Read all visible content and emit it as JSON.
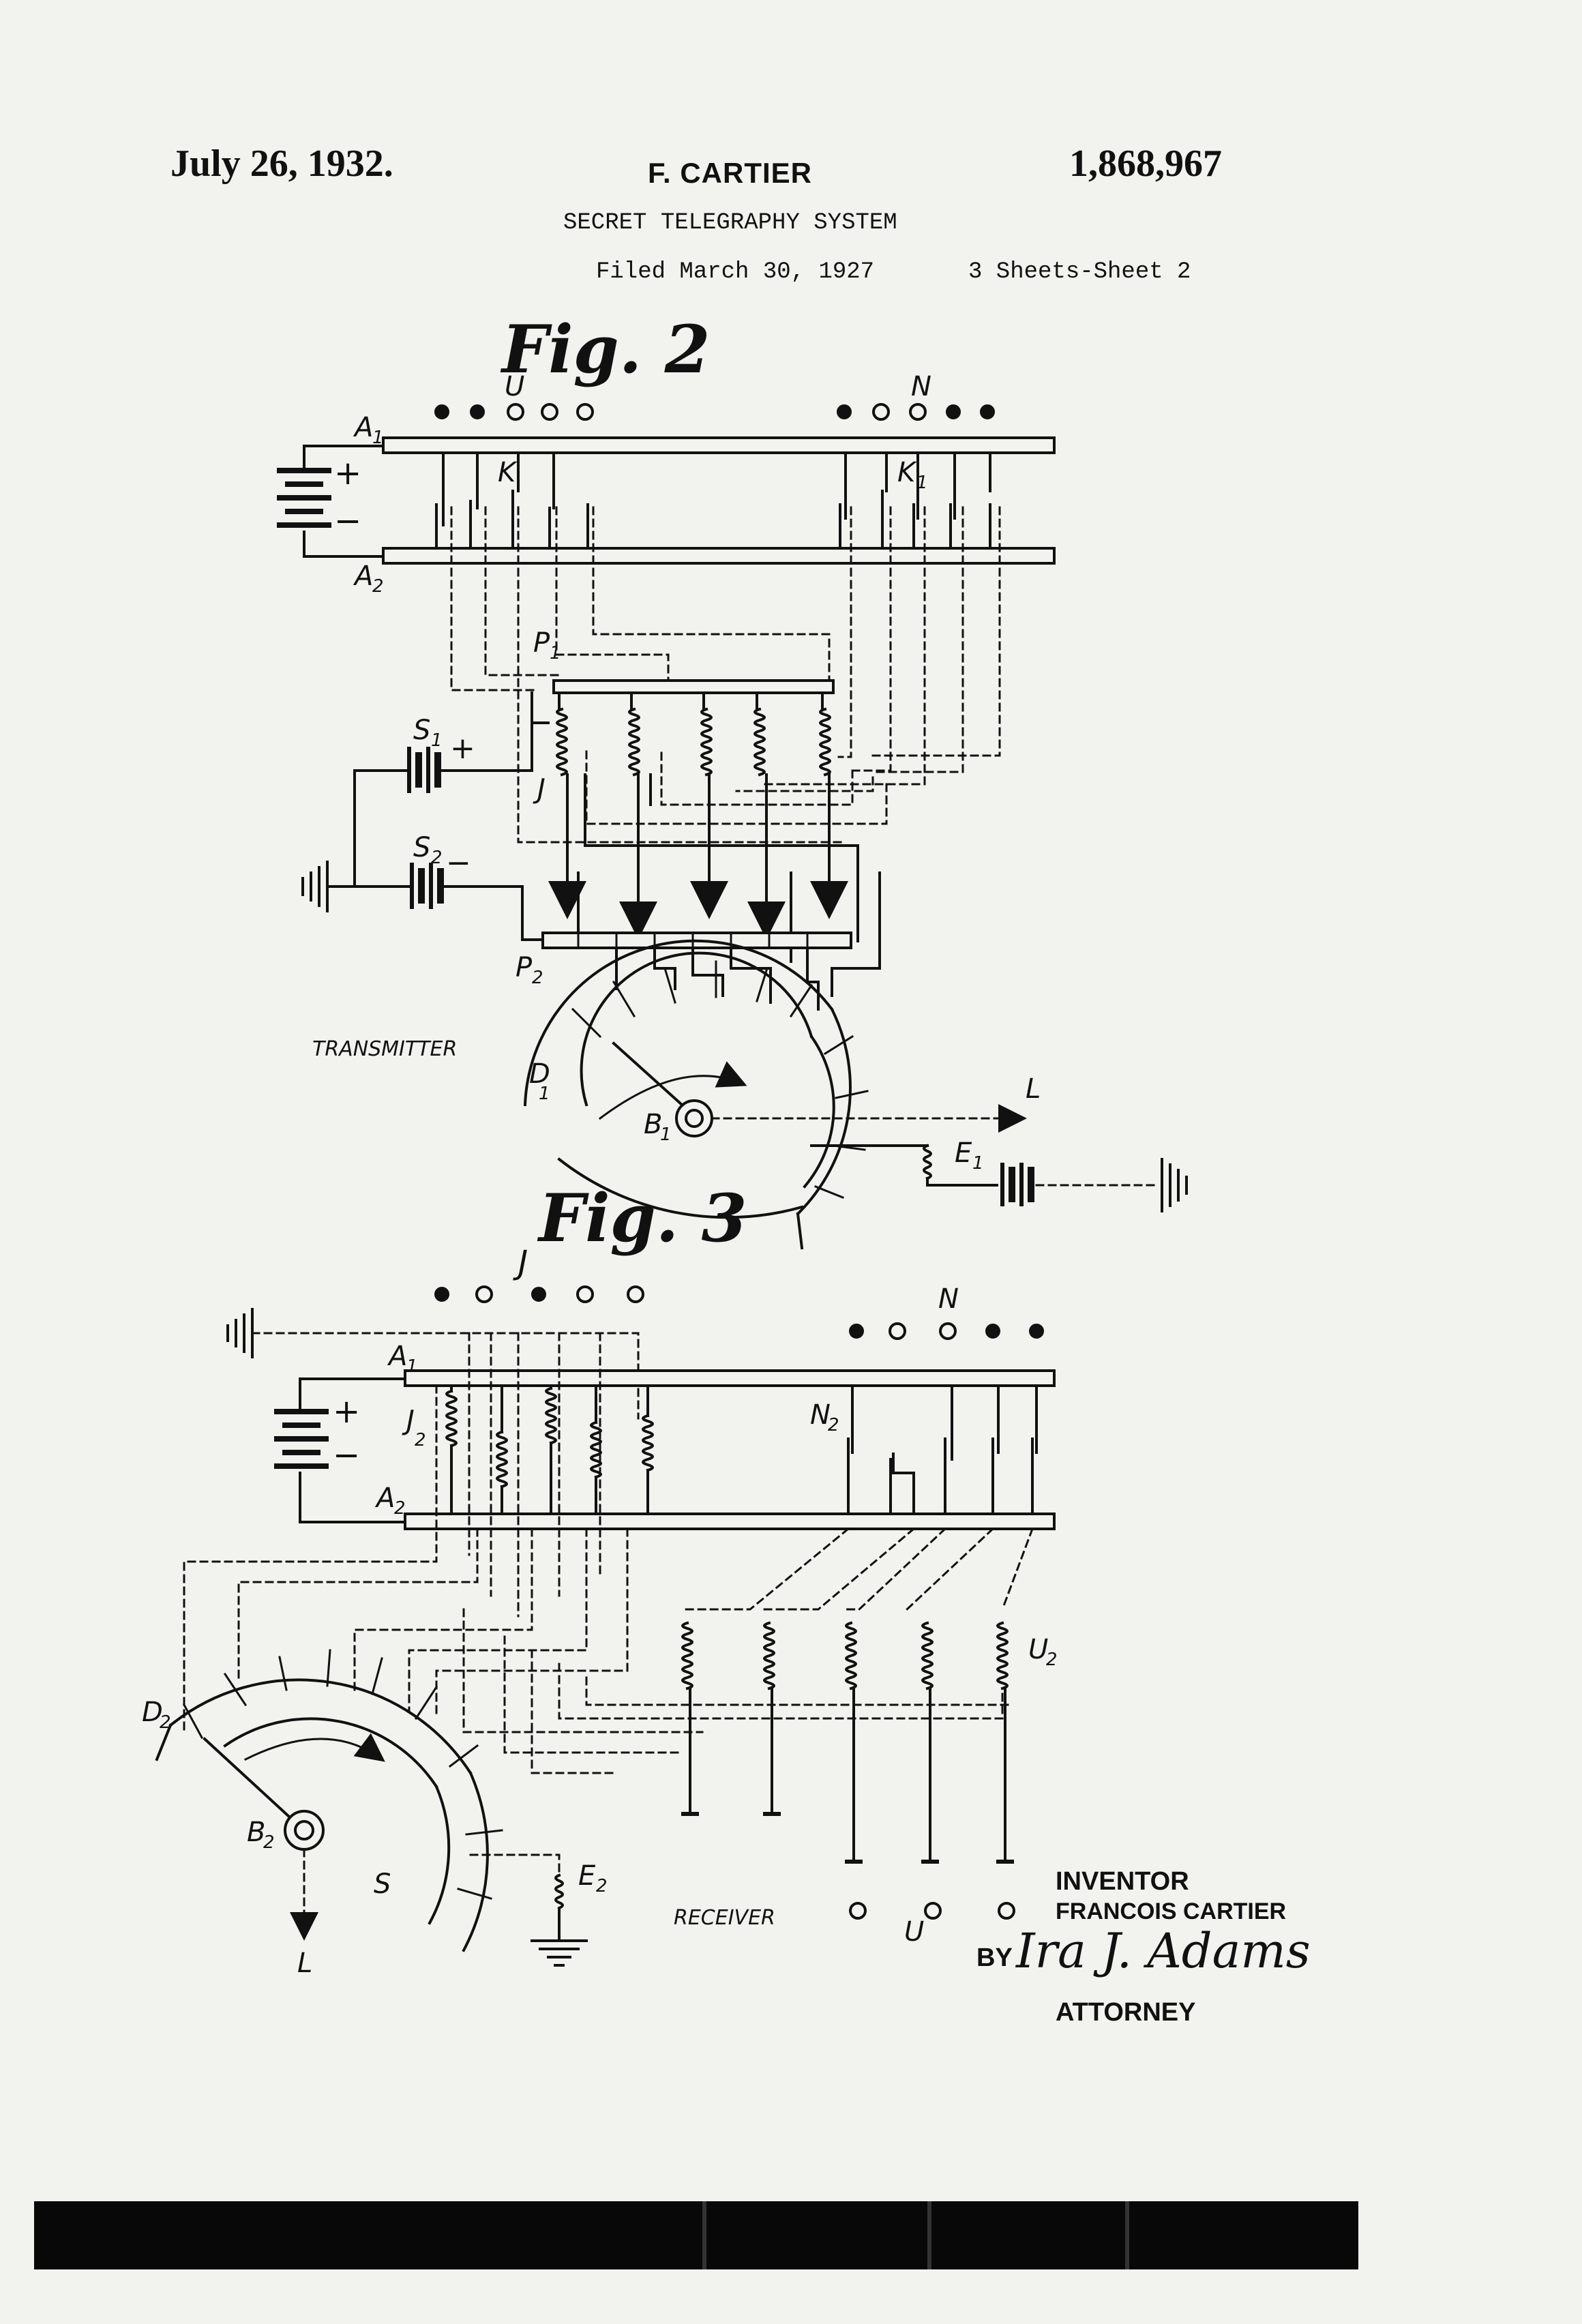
{
  "header": {
    "date": "July 26, 1932.",
    "inventor_name": "F. CARTIER",
    "patent_number": "1,868,967",
    "title": "SECRET TELEGRAPHY SYSTEM",
    "filed": "Filed March 30, 1927",
    "sheets": "3 Sheets-Sheet  2"
  },
  "figures": {
    "fig2": {
      "title": "Fig. 2",
      "caption": "TRANSMITTER",
      "labels": {
        "U": "U",
        "N": "N",
        "A1": "A",
        "A1_sub": "1",
        "A2": "A",
        "A2_sub": "2",
        "K": "K",
        "K1": "K",
        "K1_sub": "1",
        "P1": "P",
        "P1_sub": "1",
        "P2": "P",
        "P2_sub": "2",
        "S1": "S",
        "S1_sub": "1",
        "S2": "S",
        "S2_sub": "2",
        "J": "J",
        "D1": "D",
        "D1_sub": "1",
        "B1": "B",
        "B1_sub": "1",
        "L": "L",
        "E1": "E",
        "E1_sub": "1",
        "plus": "+",
        "minus": "−"
      }
    },
    "fig3": {
      "title": "Fig. 3",
      "caption": "RECEIVER",
      "labels": {
        "J": "J",
        "N": "N",
        "U": "U",
        "A1": "A",
        "A1_sub": "1",
        "A2": "A",
        "A2_sub": "2",
        "J2": "J",
        "J2_sub": "2",
        "N2": "N",
        "N2_sub": "2",
        "U2": "U",
        "U2_sub": "2",
        "D2": "D",
        "D2_sub": "2",
        "B2": "B",
        "B2_sub": "2",
        "S": "S",
        "E2": "E",
        "E2_sub": "2",
        "L": "L",
        "plus": "+",
        "minus": "−"
      }
    }
  },
  "signature": {
    "inventor_label": "INVENTOR",
    "inventor_full": "FRANCOIS CARTIER",
    "by": "BY",
    "attorney_signature": "Ira J. Adams",
    "attorney_label": "ATTORNEY"
  }
}
